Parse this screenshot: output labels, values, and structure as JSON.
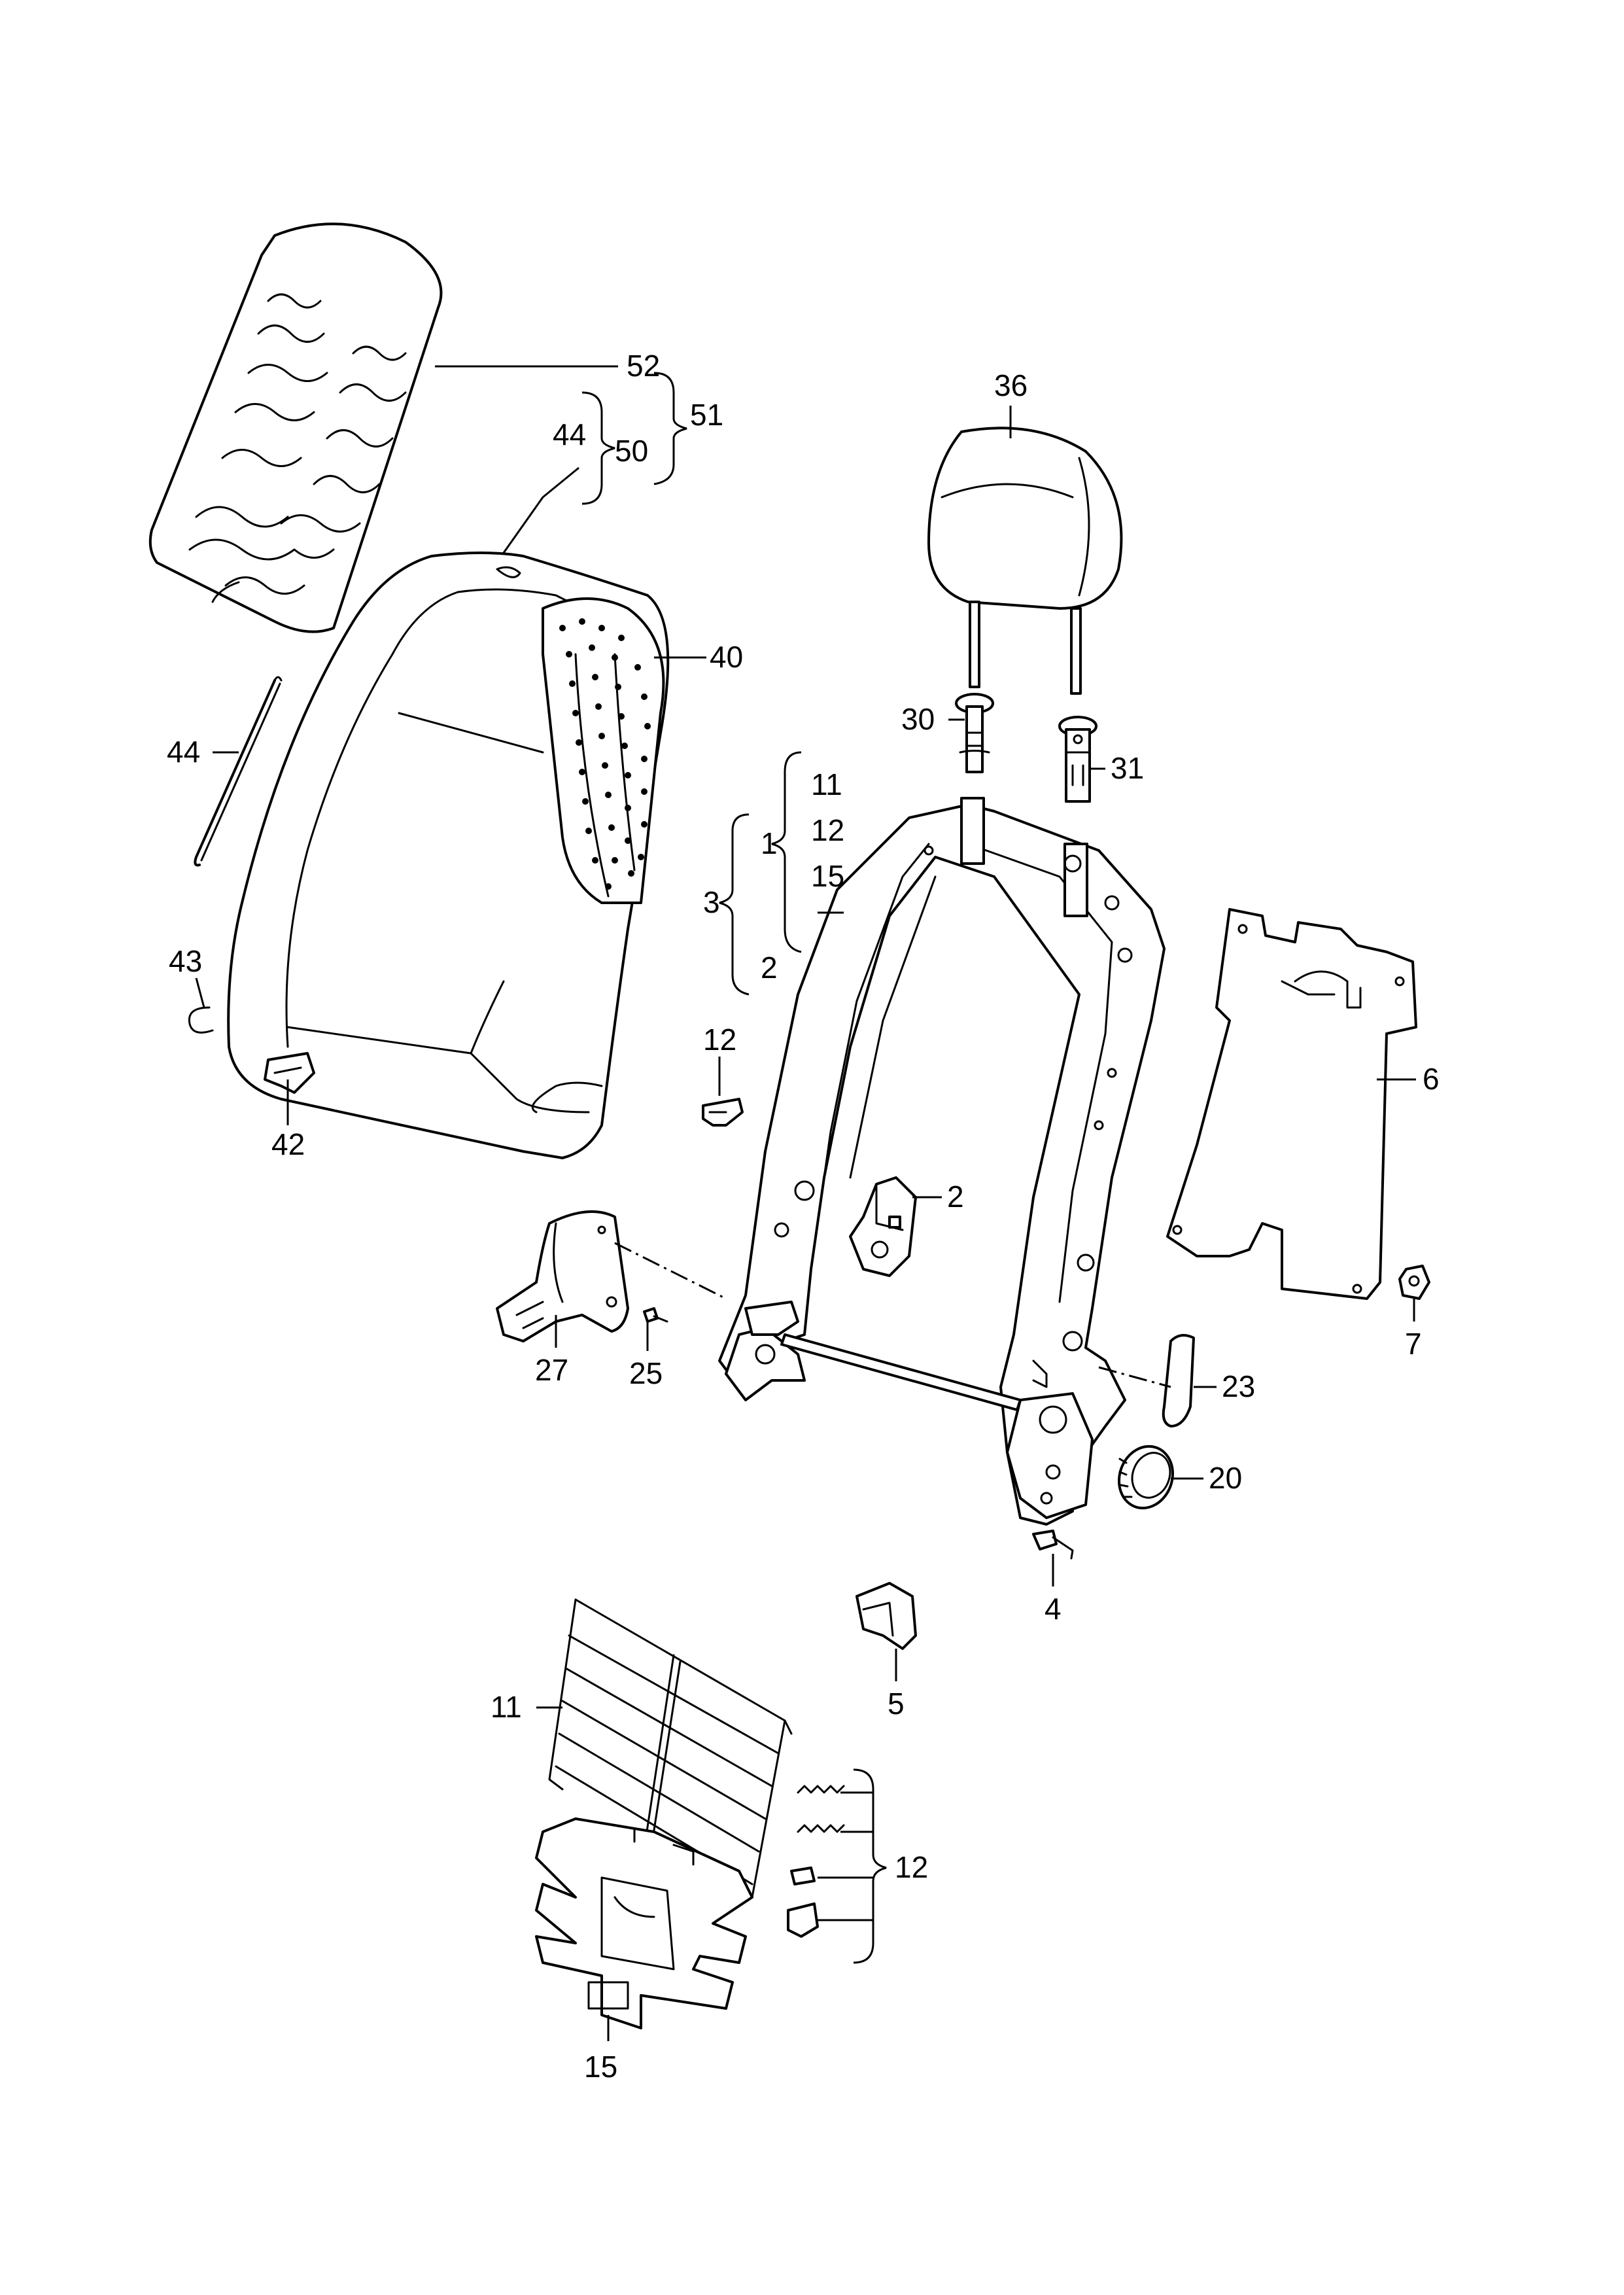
{
  "callouts": {
    "c52": "52",
    "c51": "51",
    "c44a": "44",
    "c50": "50",
    "c40": "40",
    "c44b": "44",
    "c43": "43",
    "c42": "42",
    "c36": "36",
    "c30": "30",
    "c31": "31",
    "c11a": "11",
    "c12a": "12",
    "c15a": "15",
    "c1": "1",
    "c3": "3",
    "c2a": "2",
    "c12b": "12",
    "c2b": "2",
    "c6": "6",
    "c7": "7",
    "c27": "27",
    "c25": "25",
    "c23": "23",
    "c20": "20",
    "c4": "4",
    "c5": "5",
    "c11b": "11",
    "c12c": "12",
    "c15b": "15"
  }
}
